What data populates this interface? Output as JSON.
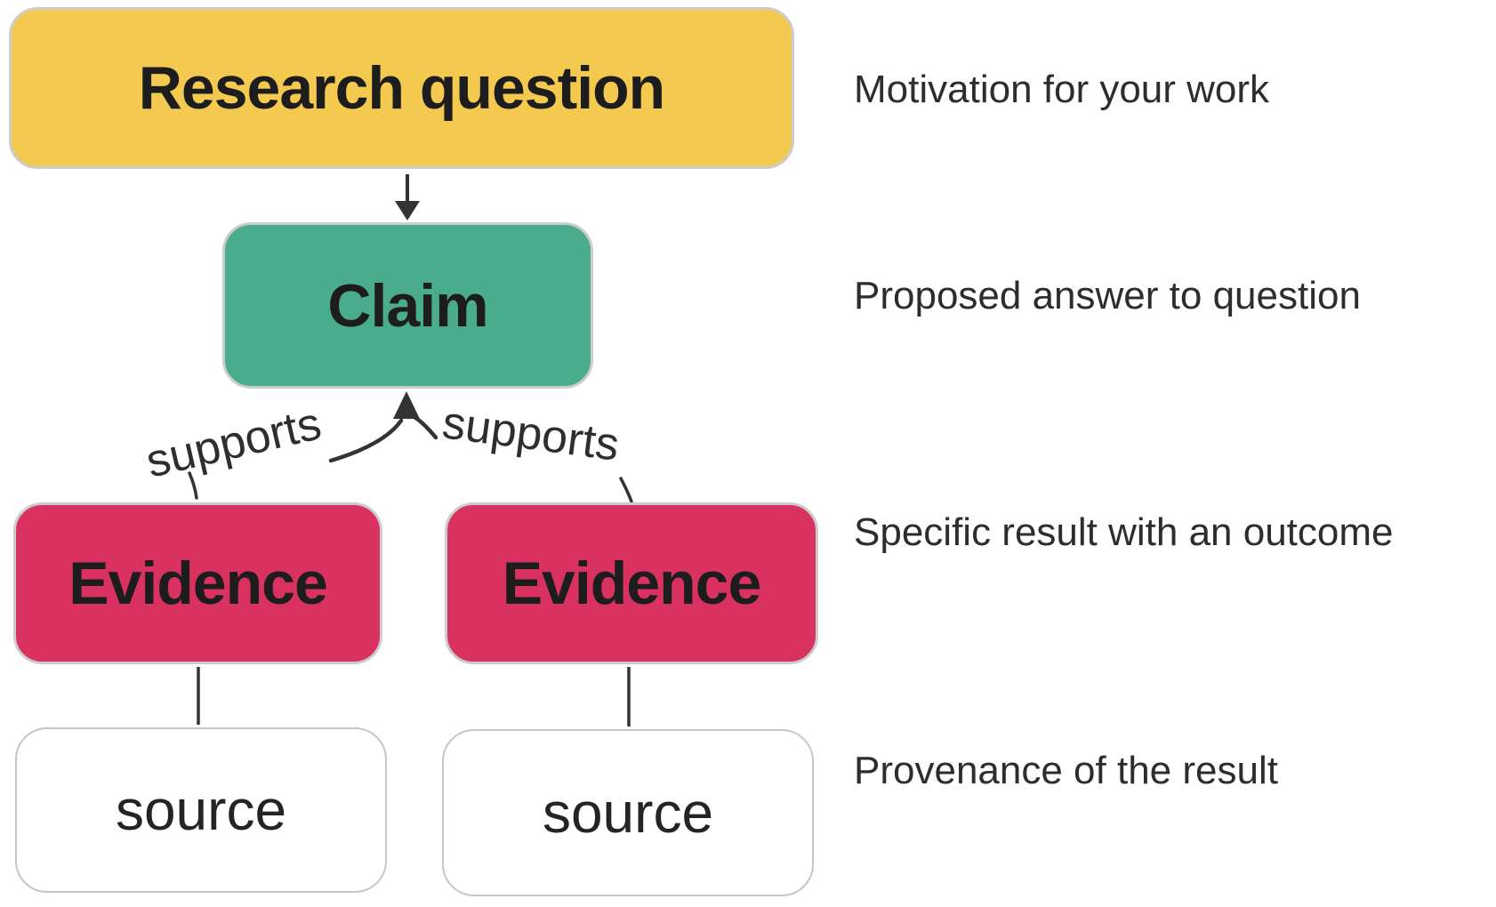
{
  "diagram": {
    "nodes": {
      "research_question": {
        "label": "Research question",
        "fill": "#F3C94F"
      },
      "claim": {
        "label": "Claim",
        "fill": "#4BAC8D"
      },
      "evidence_left": {
        "label": "Evidence",
        "fill": "#D93261"
      },
      "evidence_right": {
        "label": "Evidence",
        "fill": "#D93261"
      },
      "source_left": {
        "label": "source",
        "fill": "#FFFFFF"
      },
      "source_right": {
        "label": "source",
        "fill": "#FFFFFF"
      }
    },
    "edge_labels": {
      "supports_left": "supports",
      "supports_right": "supports"
    },
    "annotations": [
      {
        "for": "research_question",
        "text": "Motivation for your work"
      },
      {
        "for": "claim",
        "text": "Proposed answer to question"
      },
      {
        "for": "evidence",
        "text": "Specific result with an outcome"
      },
      {
        "for": "source",
        "text": "Provenance of the result"
      }
    ],
    "colors": {
      "line": "#333333",
      "box_border": "#cccccc",
      "label_text": "#1d1d1d",
      "annotation_text": "#2d2d2d"
    }
  }
}
